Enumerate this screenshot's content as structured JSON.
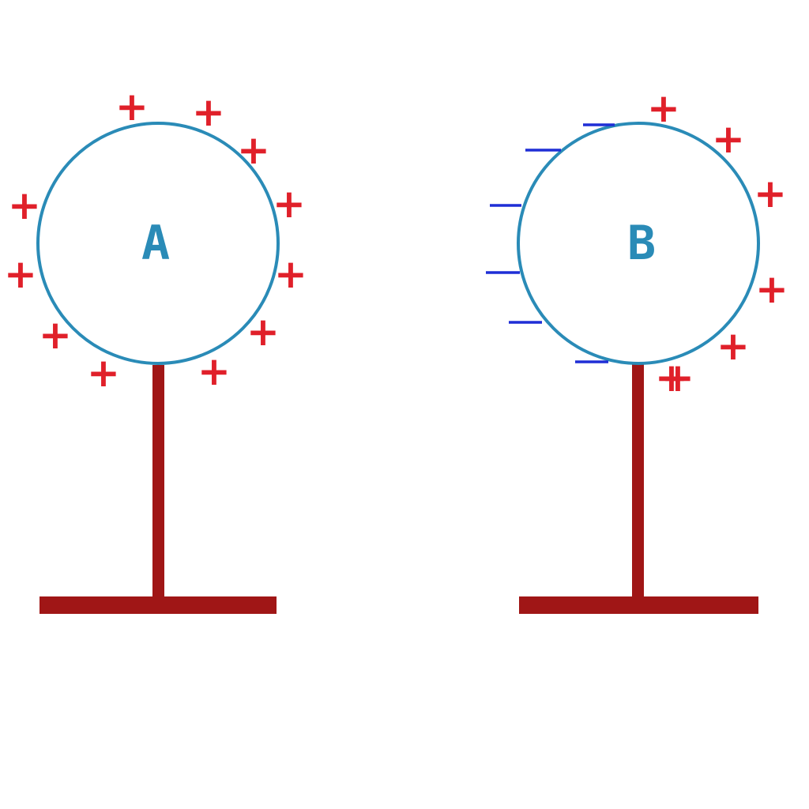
{
  "colors": {
    "sphere_outline": "#2a8bb7",
    "label": "#2a8bb7",
    "positive_charge": "#e0202a",
    "negative_charge": "#1f2ed6",
    "stand": "#a01616"
  },
  "charges": {
    "positive_symbol": "+"
  },
  "spheres": [
    {
      "id": "a",
      "label": "A",
      "positive_count": 11,
      "negative_count": 0
    },
    {
      "id": "b",
      "label": "B",
      "positive_count": 7,
      "negative_count": 6
    }
  ]
}
